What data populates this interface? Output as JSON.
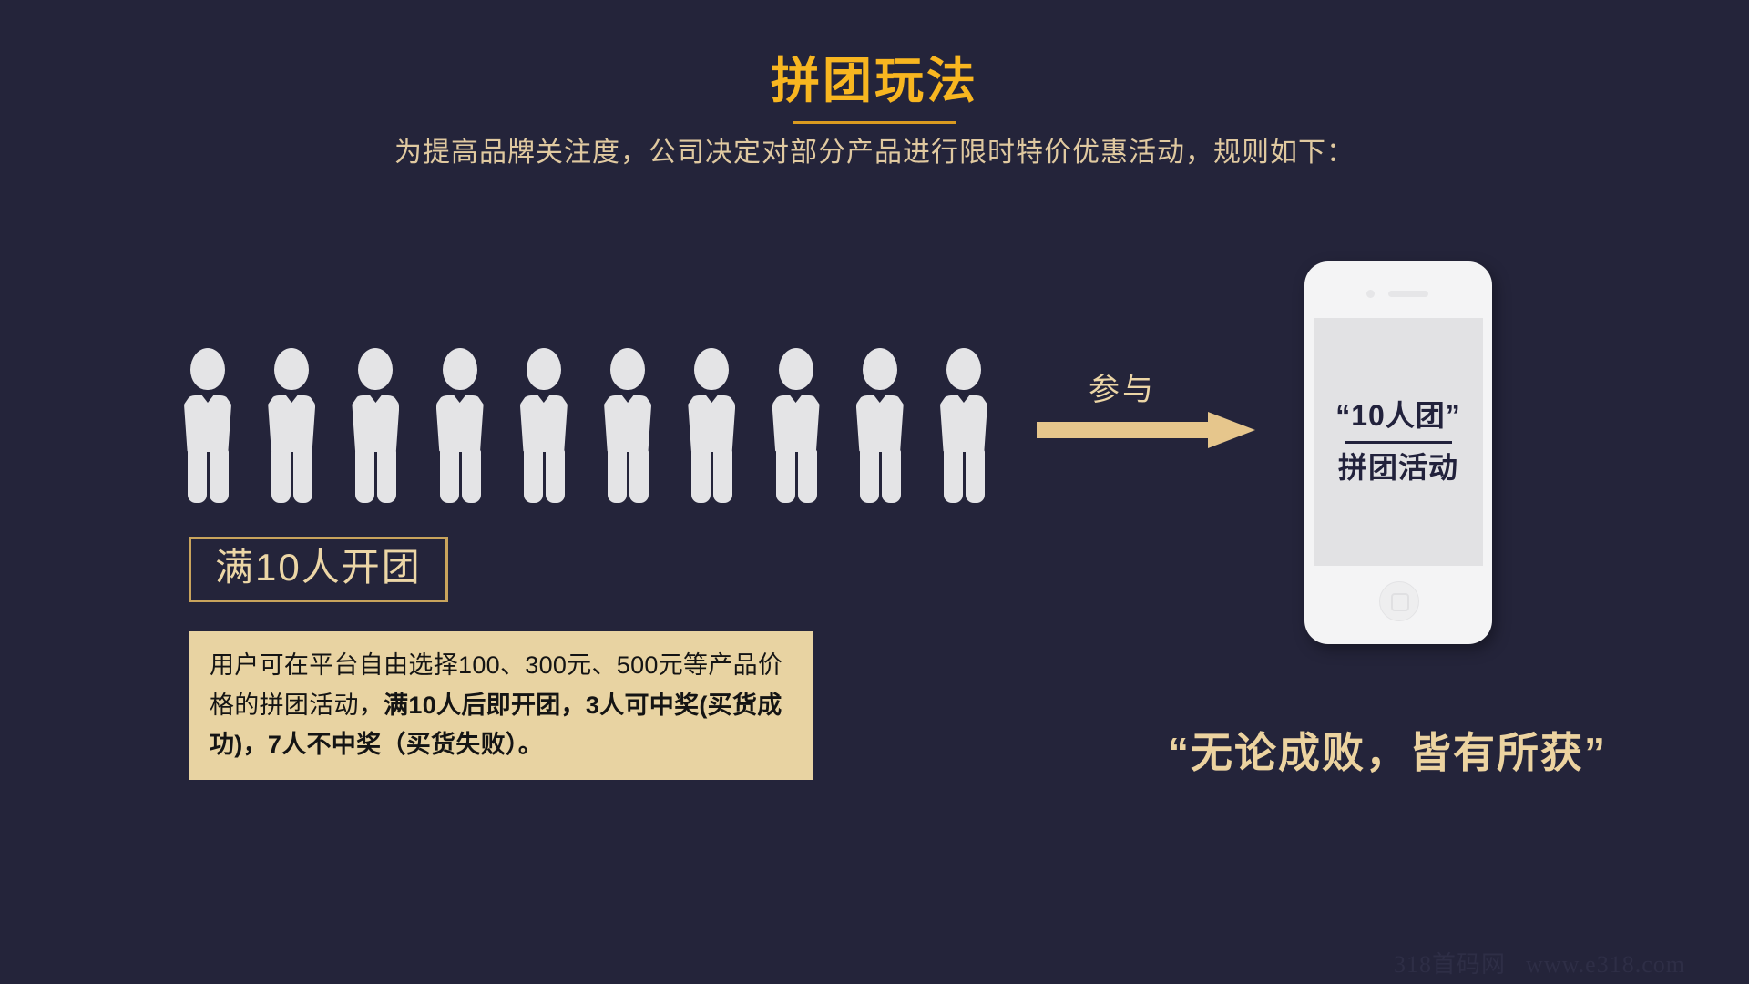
{
  "slide": {
    "background_color": "#24243a",
    "title": "拼团玩法",
    "subtitle": "为提高品牌关注度，公司决定对部分产品进行限时特价优惠活动，规则如下："
  },
  "colors": {
    "title_gold": "#f8b620",
    "accent_tan": "#ecd6a6",
    "panel_tan": "#e8d3a2",
    "person_gray": "#e4e4e6",
    "phone_body": "#f4f4f5",
    "phone_screen": "#e2e2e4",
    "dark_navy": "#22223c"
  },
  "people": {
    "count": 10,
    "icon_name": "person-icon"
  },
  "open_group_badge": {
    "label": "满10人开团"
  },
  "rules": {
    "line1": "用户可在平台自由选择100、300元、500元",
    "line2_normal": "等产品价格的拼团活动，",
    "line2_bold": "满10人后即开团，3",
    "line3_bold": "人可中奖(买货成功)，7人不中奖（买货失",
    "line4_bold": "败）。",
    "full_text": "用户可在平台自由选择100、300元、500元等产品价格的拼团活动，满10人后即开团，3人可中奖(买货成功)，7人不中奖（买货失败）。"
  },
  "arrow": {
    "label": "参与",
    "icon_name": "arrow-right-icon"
  },
  "phone": {
    "screen_title": "“10人团”",
    "screen_subtitle": "拼团活动",
    "speaker_icon": "phone-speaker-icon",
    "camera_icon": "phone-camera-icon",
    "home_icon": "phone-home-button-icon"
  },
  "bottom_quote": {
    "text": "“无论成败，皆有所获”"
  },
  "watermark": {
    "site_name": "318首码网",
    "url": "www.e318.com"
  }
}
